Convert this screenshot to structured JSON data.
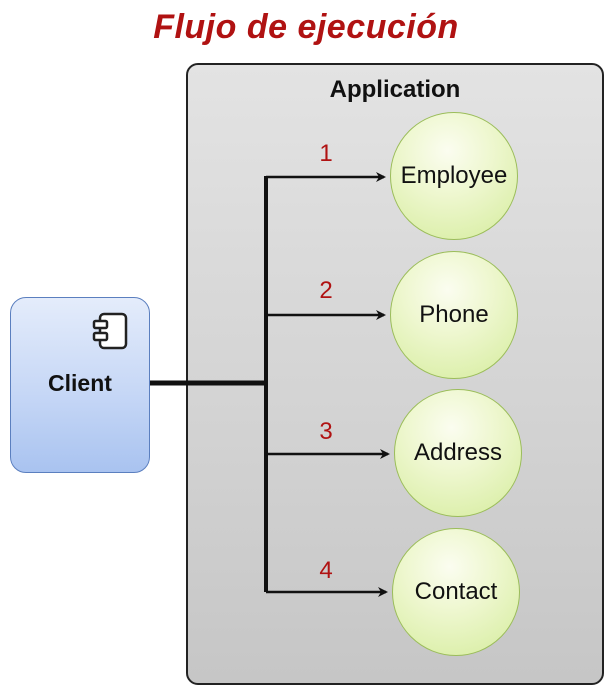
{
  "title": "Flujo de ejecución",
  "application": {
    "label": "Application"
  },
  "client": {
    "label": "Client",
    "icon": "component-icon"
  },
  "colors": {
    "title": "#b01212",
    "step_number": "#b01212",
    "client_fill": "#c6d7f6",
    "node_fill": "#e3f3b4",
    "application_fill": "#d2d2d2"
  },
  "nodes": [
    {
      "step": "1",
      "label": "Employee"
    },
    {
      "step": "2",
      "label": "Phone"
    },
    {
      "step": "3",
      "label": "Address"
    },
    {
      "step": "4",
      "label": "Contact"
    }
  ]
}
